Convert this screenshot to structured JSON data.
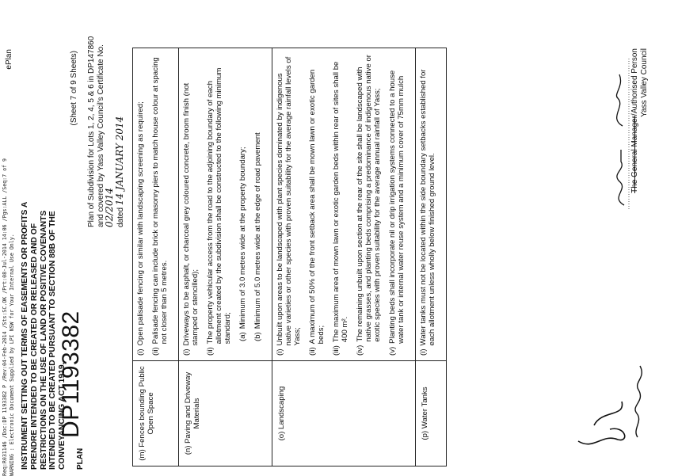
{
  "header": {
    "warning_line1": "Req:R031146 /Doc:DP 1193382 P /Rev:04-Feb-2014 /Sts:SC.OK /Prt:08-Jul-2014 14:06 /Pgs:ALL /Seq:7 of 9",
    "warning_line2": "WARNING : Electronic Document Supplied by LPI NSW for Your Internal Use Only.",
    "eplan": "ePlan"
  },
  "title": "INSTRUMENT SETTING OUT TERMS OF EASEMENTS OR PROFITS A PRENDRE INTENDED TO BE CREATED OR RELEASED AND OF RESTRICTIONS ON THE USE OF LAND OR POSITIVE COVENANTS INTENDED TO BE CREATED PURSUANT TO SECTION 88B OF THE CONVEYANCING ACT 1919.",
  "plan_label": "PLAN",
  "plan_number": "DP1193382",
  "sheet": "(Sheet 7 of 9 Sheets)",
  "subdivision": {
    "line1": "Plan of Subdivision for Lots 1, 2, 4, 5 & 6 in DP147860",
    "line2": "and covered by Yass Valley Council's Certificate No.",
    "cert_handwritten": "02/2014",
    "line3": "dated",
    "date_handwritten": "14 JANUARY 2014"
  },
  "rows": [
    {
      "category": "(m) Fences bounding Public Open Space",
      "items": [
        {
          "num": "(i)",
          "text": "Open palisade fencing or similar with landscaping screening as required;"
        },
        {
          "num": "(ii)",
          "text": "Palisade fencing can include brick or masonry piers to match house colour at spacing not closer than 5 metres."
        }
      ]
    },
    {
      "category": "(n) Paving and Driveway Materials",
      "items": [
        {
          "num": "(i)",
          "text": "Driveways to be asphalt, or charcoal grey coloured concrete, broom finish (not stamped or stencilled);"
        },
        {
          "num": "(ii)",
          "text": "The property vehicular access from the road to the adjoining boundary of each allotment created by the subdivision shall be constructed to the following minimum standard;"
        },
        {
          "num": "(a)",
          "text": "Minimum of 3.0 metres wide at the property boundary;",
          "sub": true
        },
        {
          "num": "(b)",
          "text": "Minimum of 5.0 metres wide at the edge of road pavement",
          "sub": true
        }
      ]
    },
    {
      "category": "(o) Landscaping",
      "items": [
        {
          "num": "(i)",
          "text": "Unbuilt upon areas to be landscaped with plant species dominated by indigenous native varieties or other species with proven suitability for the average rainfall levels of Yass;"
        },
        {
          "num": "(ii)",
          "text": "A maximum of 50% of the front setback area shall be mown lawn or exotic garden beds;"
        },
        {
          "num": "(iii)",
          "text": "The maximum area of mown lawn or exotic garden beds within rear of sites shall be 400 m²."
        },
        {
          "num": "(iv)",
          "text": "The remaining unbuilt upon section at the rear of the site shall be landscaped with native grasses, and planting beds comprising a predominance of indigenous native or exotic species with proven suitability for the average annual rainfall of Yass;"
        },
        {
          "num": "(v)",
          "text": "Planting beds shall incorporate nil or drip irrigation systems connected to a house water tank or internal water reuse system and a minimum cover of 75mm mulch"
        }
      ]
    },
    {
      "category": "(p) Water Tanks",
      "items": [
        {
          "num": "(i)",
          "text": "Water tanks must not be located within the side boundary setbacks established for each allotment unless wholly below finished ground level."
        }
      ]
    }
  ],
  "signature_block": {
    "struck_text": "The General Manager",
    "authorised": "/Authorised Person",
    "council": "Yass Valley Council"
  }
}
